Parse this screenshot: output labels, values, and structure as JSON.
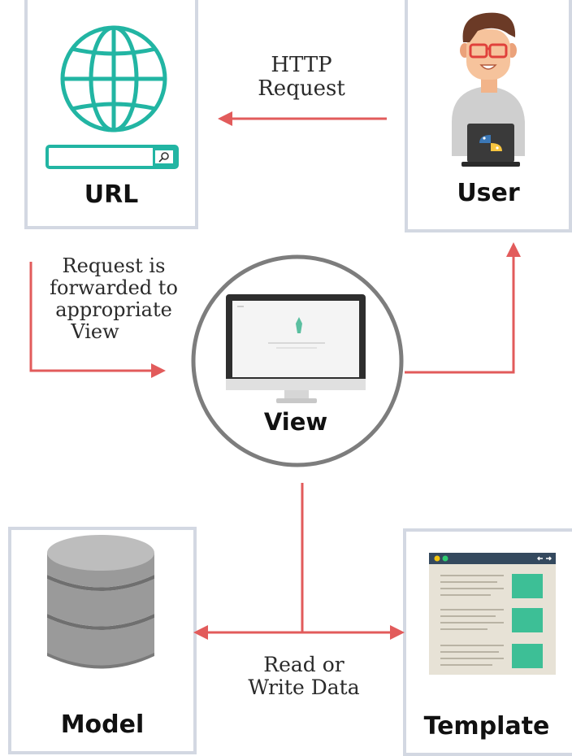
{
  "nodes": {
    "url": {
      "label": "URL"
    },
    "user": {
      "label": "User"
    },
    "view": {
      "label": "View"
    },
    "model": {
      "label": "Model"
    },
    "template": {
      "label": "Template"
    }
  },
  "edges": {
    "http_request": {
      "line1": "HTTP",
      "line2": "Request"
    },
    "forwarded": {
      "line1": "Request is",
      "line2": "forwarded to",
      "line3": "appropriate",
      "line4": "View"
    },
    "read_write": {
      "line1": "Read or",
      "line2": "Write Data"
    }
  },
  "colors": {
    "arrow": "#e25b5b",
    "globe": "#22b5a3",
    "card_border": "#d3d8e2",
    "template_block": "#3dbf96"
  }
}
